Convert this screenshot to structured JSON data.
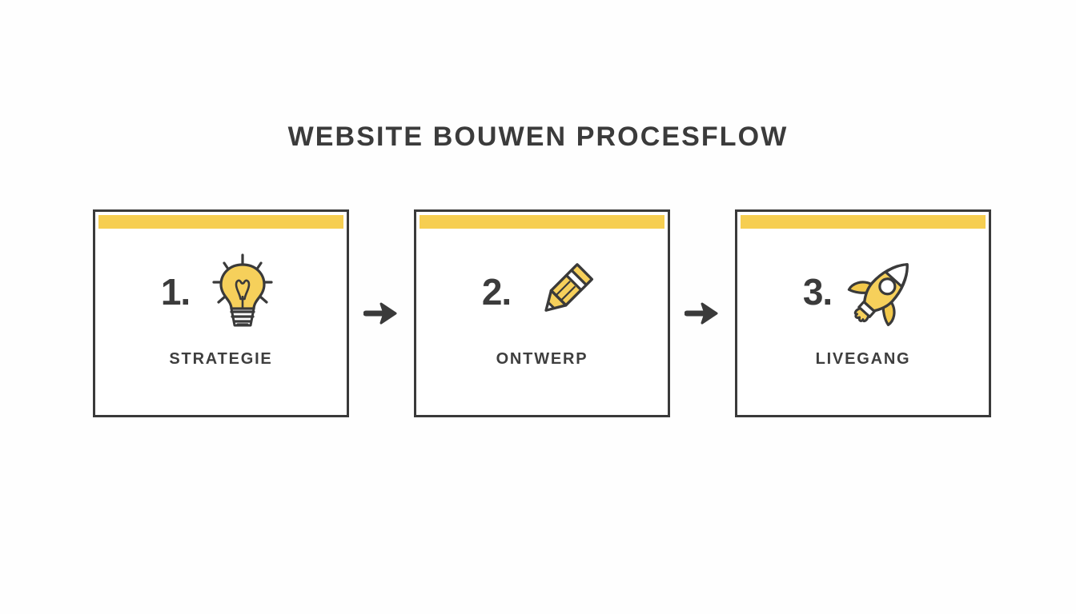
{
  "page": {
    "title": "WEBSITE BOUWEN PROCESFLOW",
    "background_color": "#fefefe"
  },
  "theme": {
    "accent_yellow": "#f6ce51",
    "icon_yellow": "#f2c84b",
    "icon_yellow_light": "#f8dd85",
    "outline_dark": "#3a3a3a",
    "text_dark": "#3b3b3b"
  },
  "flow": {
    "steps": [
      {
        "number": "1.",
        "label": "STRATEGIE",
        "icon": "lightbulb-icon"
      },
      {
        "number": "2.",
        "label": "ONTWERP",
        "icon": "pencil-icon"
      },
      {
        "number": "3.",
        "label": "LIVEGANG",
        "icon": "rocket-icon"
      }
    ],
    "connectors": [
      {
        "icon": "arrow-right-icon"
      },
      {
        "icon": "arrow-right-icon"
      }
    ]
  }
}
